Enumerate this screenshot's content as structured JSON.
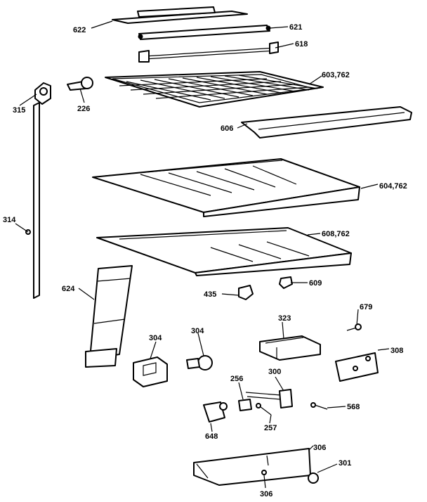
{
  "callouts": [
    {
      "id": "c622",
      "text": "622"
    },
    {
      "id": "c621",
      "text": "621"
    },
    {
      "id": "c618",
      "text": "618"
    },
    {
      "id": "c603",
      "text": "603,762"
    },
    {
      "id": "c315",
      "text": "315"
    },
    {
      "id": "c226",
      "text": "226"
    },
    {
      "id": "c606",
      "text": "606"
    },
    {
      "id": "c604",
      "text": "604,762"
    },
    {
      "id": "c314",
      "text": "314"
    },
    {
      "id": "c608",
      "text": "608,762"
    },
    {
      "id": "c624",
      "text": "624"
    },
    {
      "id": "c435",
      "text": "435"
    },
    {
      "id": "c609",
      "text": "609"
    },
    {
      "id": "c679",
      "text": "679"
    },
    {
      "id": "c323",
      "text": "323"
    },
    {
      "id": "c304a",
      "text": "304"
    },
    {
      "id": "c304b",
      "text": "304"
    },
    {
      "id": "c308",
      "text": "308"
    },
    {
      "id": "c256",
      "text": "256"
    },
    {
      "id": "c300",
      "text": "300"
    },
    {
      "id": "c568",
      "text": "568"
    },
    {
      "id": "c257",
      "text": "257"
    },
    {
      "id": "c648",
      "text": "648"
    },
    {
      "id": "c306a",
      "text": "306"
    },
    {
      "id": "c301",
      "text": "301"
    },
    {
      "id": "c306b",
      "text": "306"
    }
  ]
}
